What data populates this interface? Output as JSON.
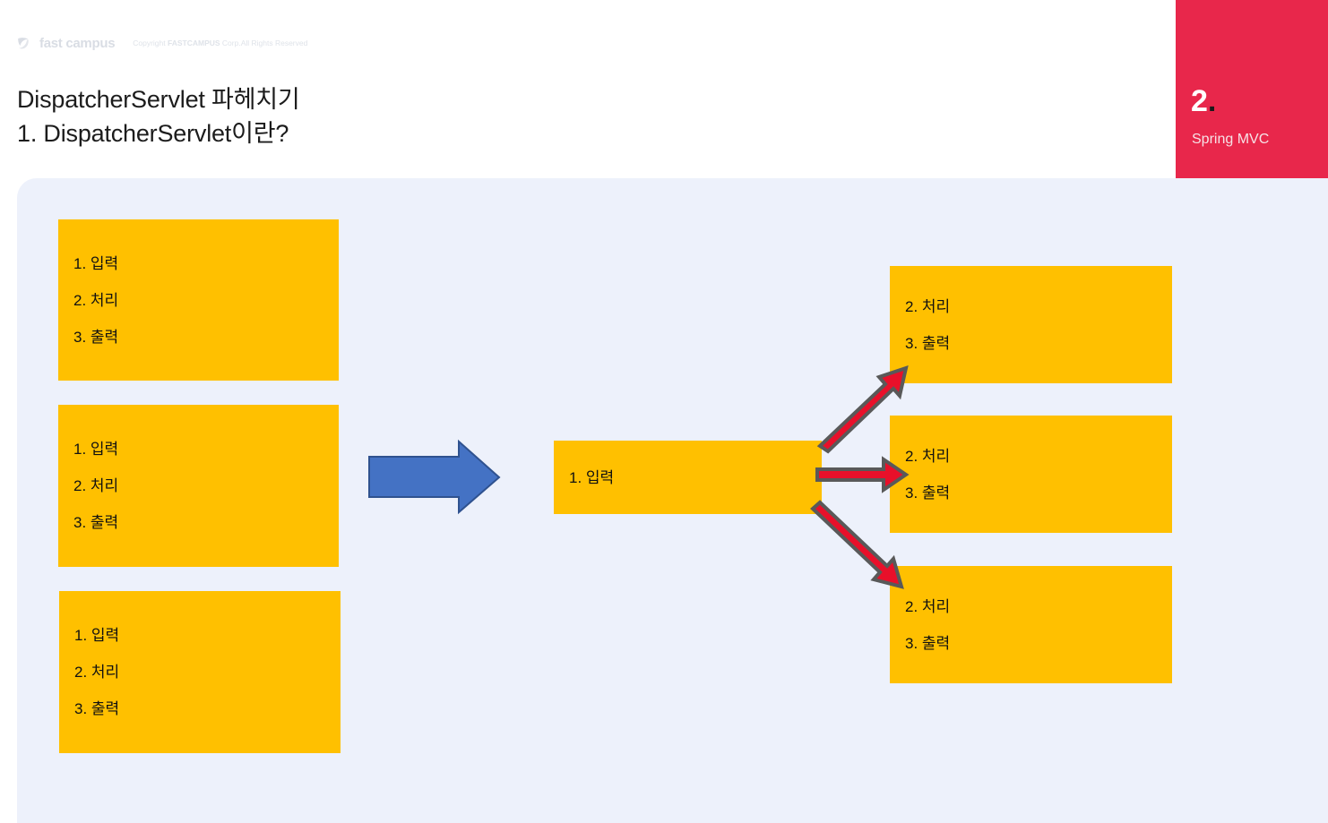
{
  "header": {
    "logo_text": "fast campus",
    "logo_icon": "fastcampus-leaf-logo-icon",
    "copyright_prefix": "Copyright ",
    "copyright_brand": "FASTCAMPUS",
    "copyright_suffix": " Corp.All Rights Reserved"
  },
  "title": {
    "line1": "DispatcherServlet 파헤치기",
    "line2": "1. DispatcherServlet이란?"
  },
  "badge": {
    "number": "2",
    "dot": ".",
    "subtitle": "Spring MVC",
    "color": "#e8274b"
  },
  "panel": {
    "background": "#edf1fb"
  },
  "diagram": {
    "box_color": "#ffc000",
    "blue_arrow_fill": "#4472c4",
    "blue_arrow_stroke": "#2f528f",
    "red_arrow_fill": "#e8102a",
    "red_arrow_stroke": "#595959",
    "left_boxes": [
      {
        "name": "left-box-1",
        "lines": [
          "1. 입력",
          "2. 처리",
          "3. 출력"
        ]
      },
      {
        "name": "left-box-2",
        "lines": [
          "1. 입력",
          "2. 처리",
          "3. 출력"
        ]
      },
      {
        "name": "left-box-3",
        "lines": [
          "1. 입력",
          "2. 처리",
          "3. 출력"
        ]
      }
    ],
    "center_box": {
      "name": "center-box",
      "lines": [
        "1. 입력"
      ]
    },
    "right_boxes": [
      {
        "name": "right-box-1",
        "lines": [
          "2. 처리",
          "3. 출력"
        ]
      },
      {
        "name": "right-box-2",
        "lines": [
          "2. 처리",
          "3. 출력"
        ]
      },
      {
        "name": "right-box-3",
        "lines": [
          "2. 처리",
          "3. 출력"
        ]
      }
    ],
    "arrows": [
      {
        "name": "blue-transform-arrow",
        "direction": "right",
        "color": "#4472c4"
      },
      {
        "name": "red-arrow-to-top-box",
        "direction": "up-right",
        "color": "#e8102a"
      },
      {
        "name": "red-arrow-to-middle-box",
        "direction": "right",
        "color": "#e8102a"
      },
      {
        "name": "red-arrow-to-bottom-box",
        "direction": "down-right",
        "color": "#e8102a"
      }
    ]
  }
}
